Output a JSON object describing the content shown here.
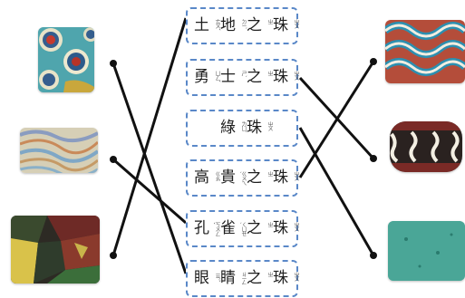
{
  "labels": [
    {
      "chars": [
        {
          "c": "土",
          "r": "ㄊㄨˇ"
        },
        {
          "c": "地",
          "r": "ㄉㄧˋ"
        },
        {
          "c": "之",
          "r": "ㄓ"
        },
        {
          "c": "珠",
          "r": "ㄓㄨ"
        }
      ]
    },
    {
      "chars": [
        {
          "c": "勇",
          "r": "ㄩㄥˇ"
        },
        {
          "c": "士",
          "r": "ㄕˋ"
        },
        {
          "c": "之",
          "r": "ㄓ"
        },
        {
          "c": "珠",
          "r": "ㄓㄨ"
        }
      ]
    },
    {
      "chars": [
        {
          "c": "綠",
          "r": "ㄌㄩˋ"
        },
        {
          "c": "珠",
          "r": "ㄓㄨ"
        }
      ]
    },
    {
      "chars": [
        {
          "c": "高",
          "r": "ㄍㄠ"
        },
        {
          "c": "貴",
          "r": "ㄍㄨㄟˋ"
        },
        {
          "c": "之",
          "r": "ㄓ"
        },
        {
          "c": "珠",
          "r": "ㄓㄨ"
        }
      ]
    },
    {
      "chars": [
        {
          "c": "孔",
          "r": "ㄎㄨㄥˇ"
        },
        {
          "c": "雀",
          "r": "ㄑㄩㄝˋ"
        },
        {
          "c": "之",
          "r": "ㄓ"
        },
        {
          "c": "珠",
          "r": "ㄓㄨ"
        }
      ]
    },
    {
      "chars": [
        {
          "c": "眼",
          "r": "ㄧㄢˇ"
        },
        {
          "c": "睛",
          "r": "ㄐㄧㄥ"
        },
        {
          "c": "之",
          "r": "ㄓ"
        },
        {
          "c": "珠",
          "r": "ㄓㄨ"
        }
      ]
    }
  ],
  "colors": {
    "box_border": "#5a88c8",
    "line": "#111111"
  }
}
